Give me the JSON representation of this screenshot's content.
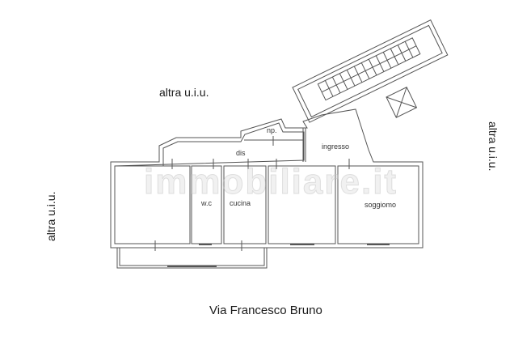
{
  "labels": {
    "top_neighbor": "altra u.i.u.",
    "right_neighbor": "altra u.i.u.",
    "left_neighbor": "altra u.i.u.",
    "street": "Via Francesco Bruno"
  },
  "rooms": [
    {
      "id": "np",
      "label": "np."
    },
    {
      "id": "dis",
      "label": "dis"
    },
    {
      "id": "ingresso",
      "label": "ingresso"
    },
    {
      "id": "wc",
      "label": "w.c"
    },
    {
      "id": "cucina",
      "label": "cucina"
    },
    {
      "id": "soggiorno",
      "label": "soggiomo"
    }
  ],
  "watermark": "immobiliare.it",
  "colors": {
    "wall": "#555555",
    "background": "#ffffff"
  }
}
